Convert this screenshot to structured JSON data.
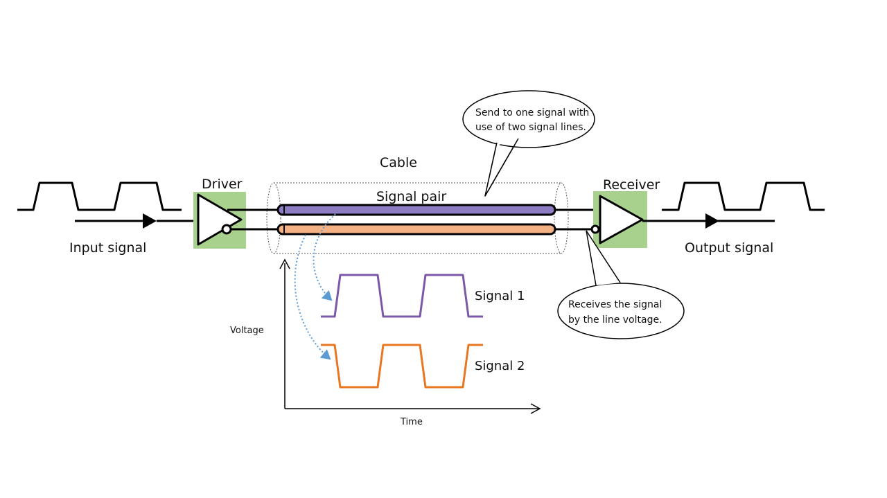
{
  "labels": {
    "driver": "Driver",
    "receiver": "Receiver",
    "cable": "Cable",
    "signal_pair": "Signal pair",
    "input_signal": "Input signal",
    "output_signal": "Output signal",
    "signal_1": "Signal 1",
    "signal_2": "Signal 2",
    "voltage_axis": "Voltage",
    "time_axis": "Time"
  },
  "callouts": {
    "top": [
      "Send to one signal with",
      "use of two signal lines."
    ],
    "bottom": [
      "Receives the signal",
      "by the line voltage."
    ]
  },
  "colors": {
    "block_fill": "#a9d18e",
    "signal_1_line": "#8e7cc3",
    "signal_1_wave": "#7b59a8",
    "signal_2_line": "#f4b183",
    "signal_2_wave": "#e87722",
    "arrow_dotted": "#5b9bd5"
  }
}
